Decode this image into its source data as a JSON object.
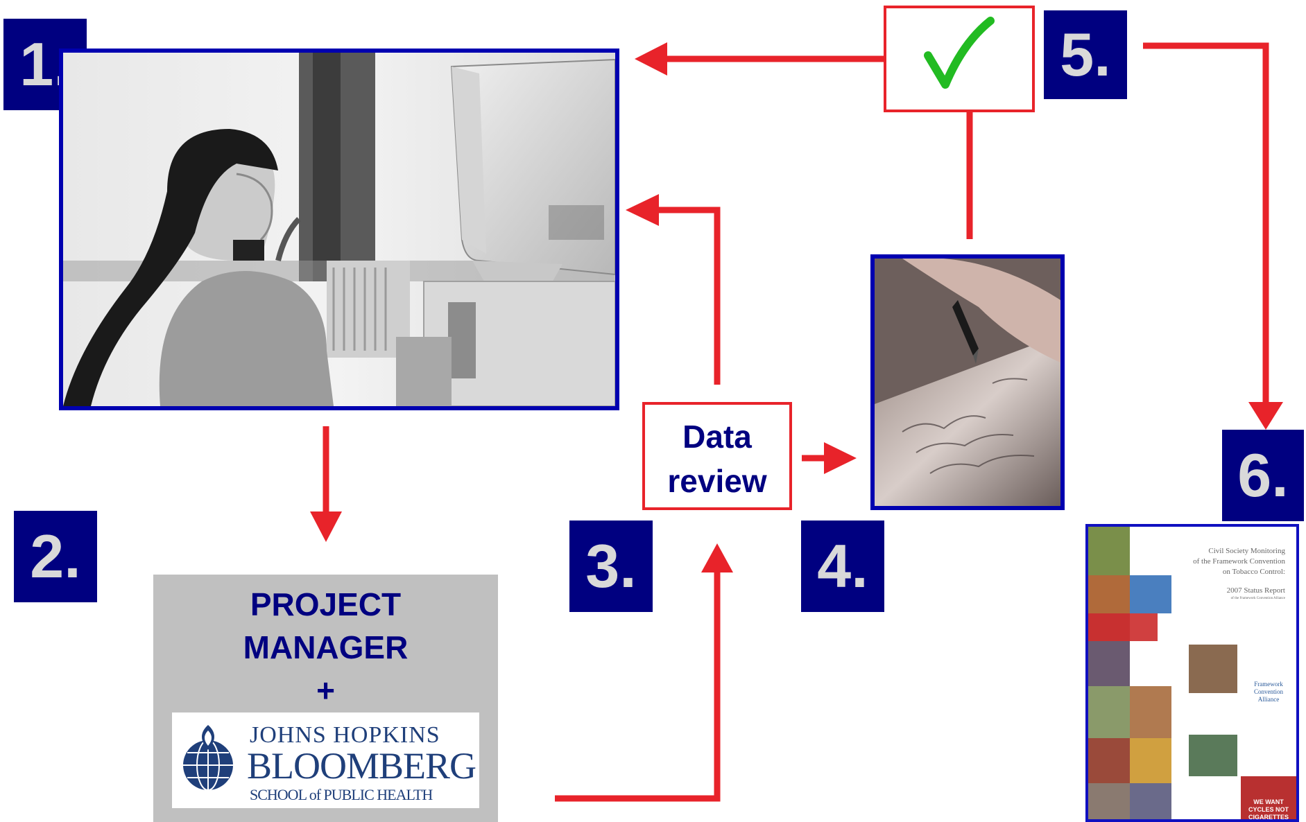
{
  "steps": {
    "s1": "1.",
    "s2": "2.",
    "s3": "3.",
    "s4": "4.",
    "s5": "5.",
    "s6": "6."
  },
  "data_review": {
    "line1": "Data",
    "line2": "review"
  },
  "project_manager": {
    "line1": "PROJECT",
    "line2": "MANAGER",
    "plus": "+"
  },
  "jhu_logo": {
    "line1": "JOHNS HOPKINS",
    "line2": "BLOOMBERG",
    "line3": "SCHOOL of PUBLIC HEALTH"
  },
  "report_cover": {
    "title1": "Civil Society Monitoring",
    "title2": "of the Framework Convention",
    "title3": "on Tobacco Control:",
    "subtitle": "2007 Status Report",
    "byline": "of the Framework Convention Alliance",
    "logo_text": "Framework Convention Alliance",
    "banner": "WE WANT CYCLES NOT CIGARETTES"
  },
  "colors": {
    "step_box": "#000080",
    "step_text": "#d9d9d9",
    "arrow": "#e8232a",
    "frame": "#0000b0",
    "check": "#22bb22"
  }
}
